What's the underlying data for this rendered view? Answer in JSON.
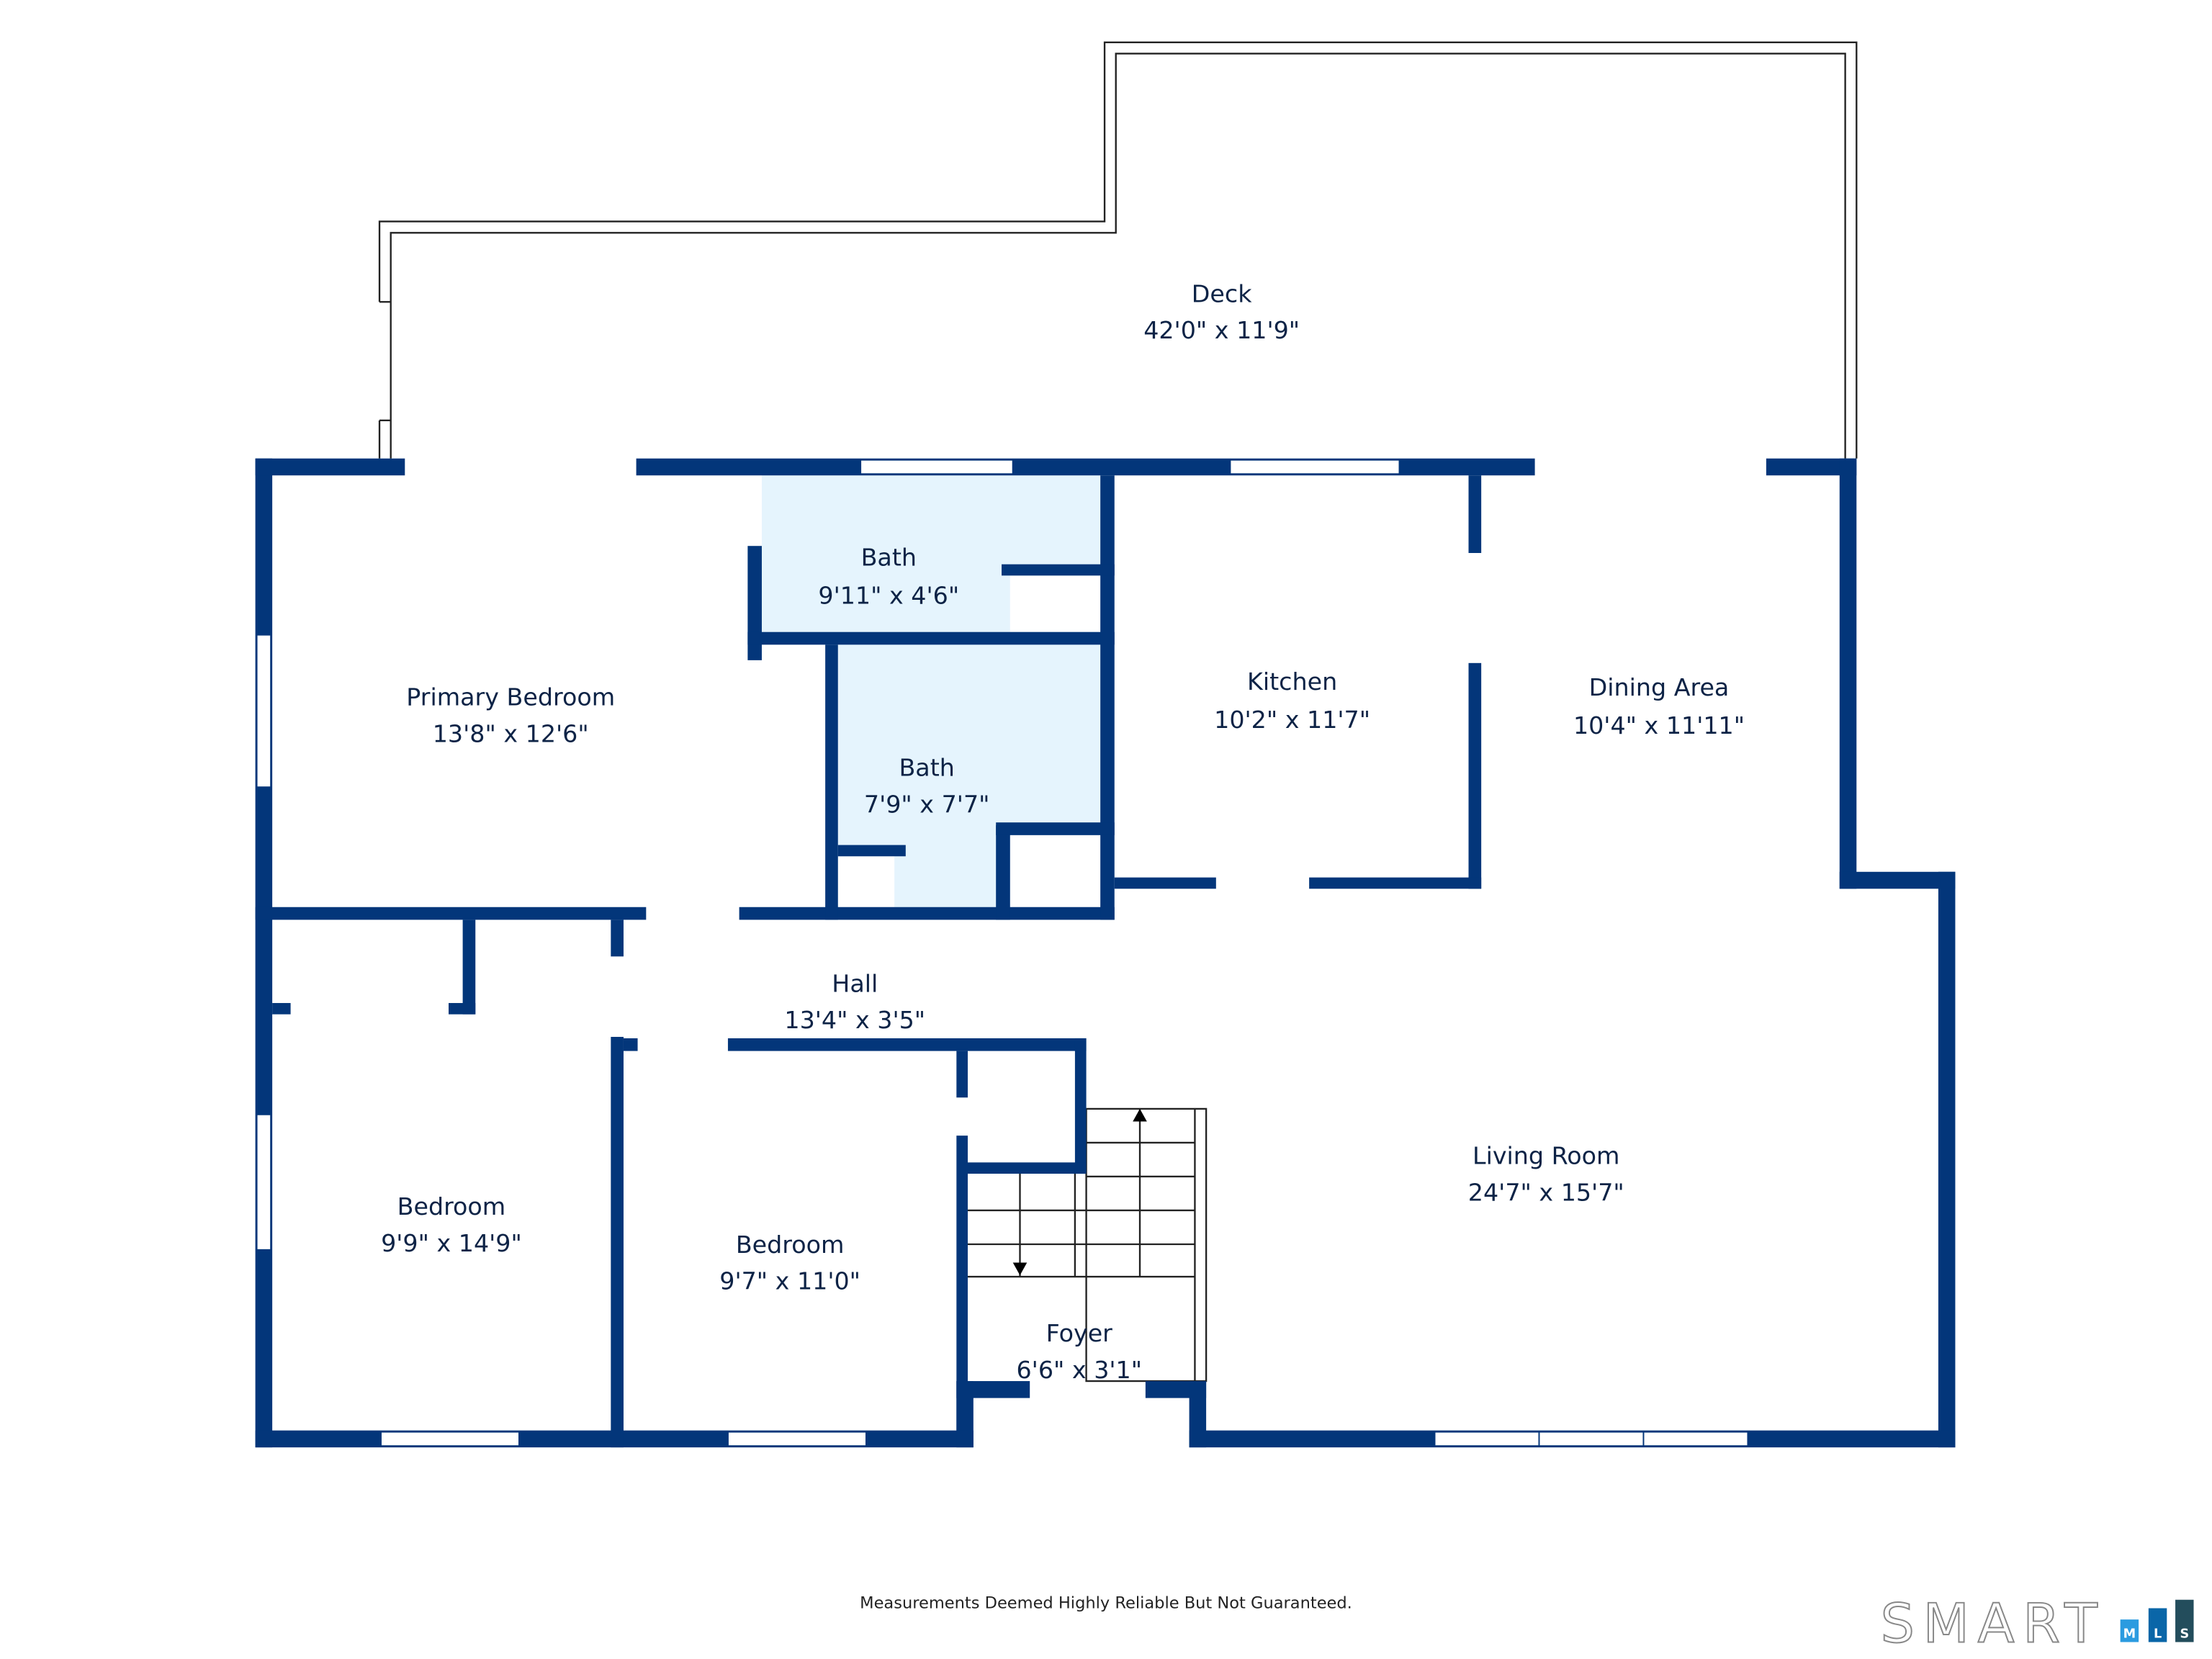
{
  "rooms": [
    {
      "name": "Deck",
      "size": "42'0\" x 11'9\""
    },
    {
      "name": "Primary Bedroom",
      "size": "13'8\" x 12'6\""
    },
    {
      "name": "Bath",
      "size": "9'11\" x 4'6\""
    },
    {
      "name": "Bath",
      "size": "7'9\" x 7'7\""
    },
    {
      "name": "Kitchen",
      "size": "10'2\" x 11'7\""
    },
    {
      "name": "Dining Area",
      "size": "10'4\" x 11'11\""
    },
    {
      "name": "Hall",
      "size": "13'4\" x 3'5\""
    },
    {
      "name": "Bedroom",
      "size": "9'9\" x 14'9\""
    },
    {
      "name": "Bedroom",
      "size": "9'7\" x 11'0\""
    },
    {
      "name": "Living Room",
      "size": "24'7\" x 15'7\""
    },
    {
      "name": "Foyer",
      "size": "6'6\" x 3'1\""
    }
  ],
  "footer": {
    "disclaimer": "Measurements Deemed Highly Reliable But Not Guaranteed."
  },
  "logo": {
    "text": "SMART",
    "letters": [
      "M",
      "L",
      "S"
    ],
    "colors": [
      "#2b9be0",
      "#0a66a8",
      "#234d5c"
    ]
  },
  "colors": {
    "wall": "#03367a",
    "bath_fill": "#e5f4fd"
  }
}
